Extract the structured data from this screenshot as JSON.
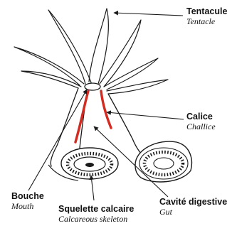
{
  "labels": {
    "tentacle": {
      "fr": "Tentacule",
      "en": "Tentacle"
    },
    "calice": {
      "fr": "Calice",
      "en": "Challice"
    },
    "cavity": {
      "fr": "Cavité digestive",
      "en": "Gut"
    },
    "mouth": {
      "fr": "Bouche",
      "en": "Mouth"
    },
    "skeleton": {
      "fr": "Squelette calcaire",
      "en": "Calcareous skeleton"
    }
  },
  "colors": {
    "outline": "#1a1a1a",
    "calice_highlight": "#d42a1f",
    "background": "#ffffff"
  }
}
